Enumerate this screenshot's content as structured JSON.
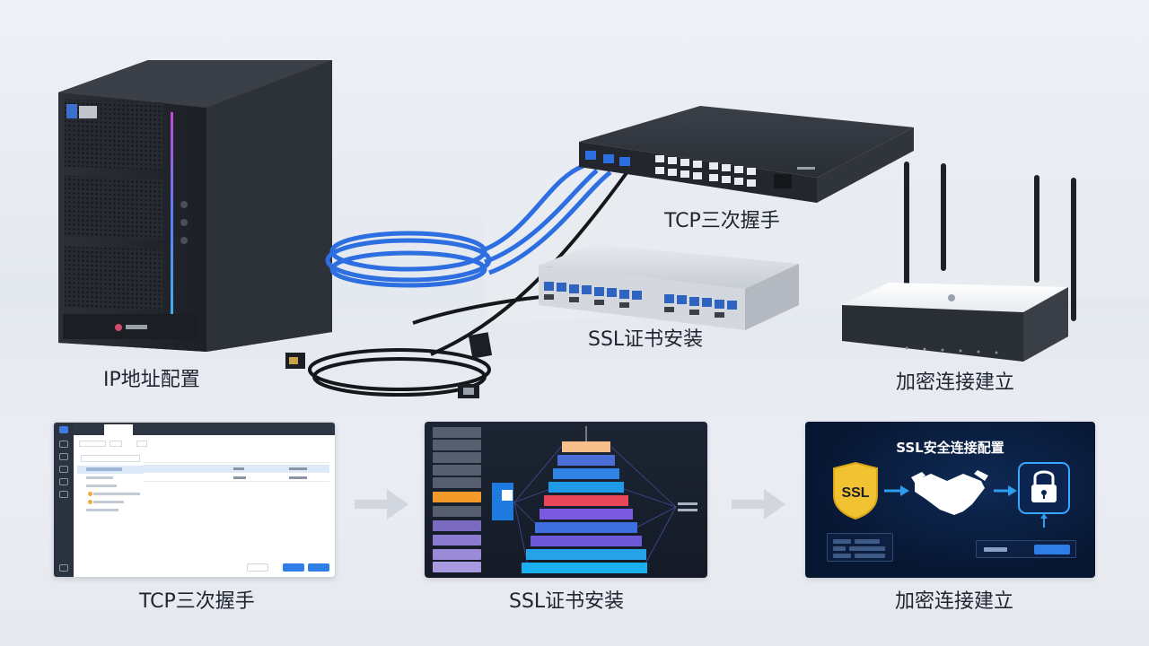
{
  "scene": {
    "server_label": "IP地址配置",
    "switch_label": "TCP三次握手",
    "patch_panel_label": "SSL证书安装",
    "router_label": "加密连接建立"
  },
  "panels": [
    {
      "caption": "TCP三次握手"
    },
    {
      "caption": "SSL证书安装"
    },
    {
      "caption": "加密连接建立",
      "title": "SSL安全连接配置",
      "badge": "SSL"
    }
  ],
  "colors": {
    "accent_blue": "#2f7ee8",
    "ssl_badge": "#f1c232",
    "panel_dark": "#141a26",
    "cable_blue": "#2d6fe0"
  },
  "icons": [
    "server",
    "network-switch",
    "patch-panel",
    "wifi-router",
    "shield",
    "handshake",
    "lock",
    "arrow-right"
  ]
}
